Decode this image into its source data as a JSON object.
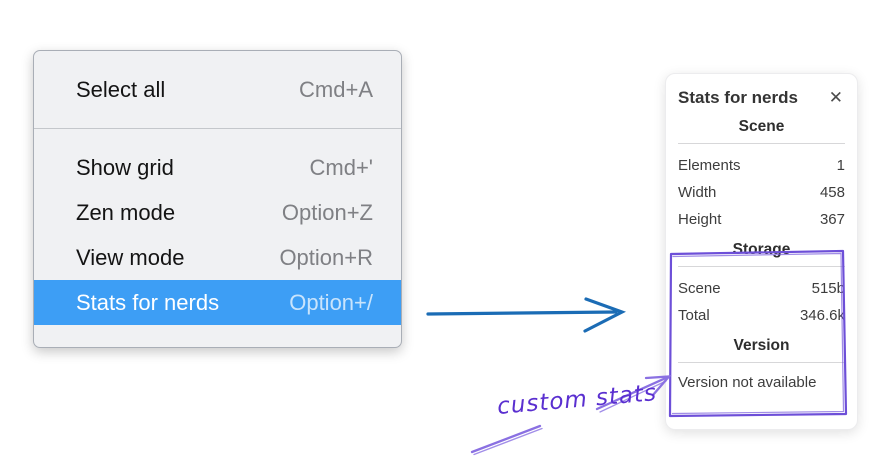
{
  "menu": {
    "items": [
      {
        "label": "Select all",
        "shortcut": "Cmd+A",
        "highlighted": false
      },
      {
        "label": "Show grid",
        "shortcut": "Cmd+'",
        "highlighted": false
      },
      {
        "label": "Zen mode",
        "shortcut": "Option+Z",
        "highlighted": false
      },
      {
        "label": "View mode",
        "shortcut": "Option+R",
        "highlighted": false
      },
      {
        "label": "Stats for nerds",
        "shortcut": "Option+/",
        "highlighted": true
      }
    ]
  },
  "stats_panel": {
    "title": "Stats for nerds",
    "close_icon": "✕",
    "sections": [
      {
        "heading": "Scene",
        "rows": [
          {
            "label": "Elements",
            "value": "1"
          },
          {
            "label": "Width",
            "value": "458"
          },
          {
            "label": "Height",
            "value": "367"
          }
        ]
      },
      {
        "heading": "Storage",
        "rows": [
          {
            "label": "Scene",
            "value": "515b"
          },
          {
            "label": "Total",
            "value": "346.6k"
          }
        ]
      },
      {
        "heading": "Version",
        "rows": [],
        "note": "Version not available"
      }
    ]
  },
  "annotation": {
    "text": "custom stats"
  },
  "colors": {
    "menu_highlight": "#3d9ef5",
    "arrow_blue": "#1b6cb5",
    "annotation_text_violet": "#5a2fd0",
    "annotation_arrow_violet": "#8a70e2",
    "annotation_box_violet": "#6d4fd8"
  }
}
